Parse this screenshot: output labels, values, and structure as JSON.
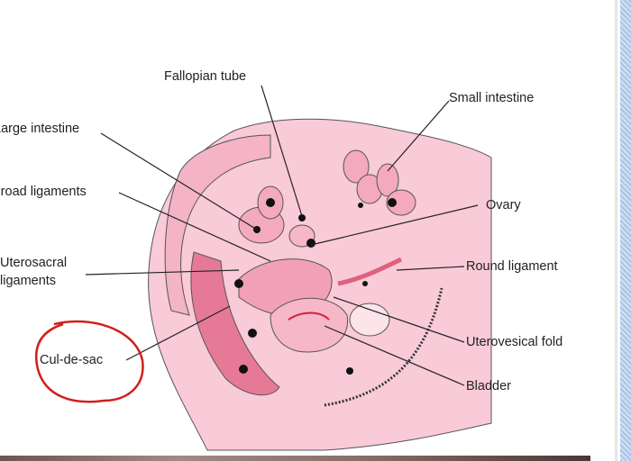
{
  "diagram": {
    "labels": {
      "fallopian_tube": "Fallopian tube",
      "small_intestine": "Small intestine",
      "large_intestine": "Large intestine",
      "broad_ligaments": "Broad ligaments",
      "ovary": "Ovary",
      "uterosacral_1": "Uterosacral",
      "uterosacral_2": "ligaments",
      "round_ligament": "Round ligament",
      "cul_de_sac": "Cul-de-sac",
      "uterovesical_fold": "Uterovesical fold",
      "bladder": "Bladder"
    },
    "colors": {
      "tissue": "#f8c6d4",
      "muscle": "#ec8fa8",
      "dark": "#e0607e",
      "line": "#333333",
      "annotation": "#d0201c"
    }
  }
}
